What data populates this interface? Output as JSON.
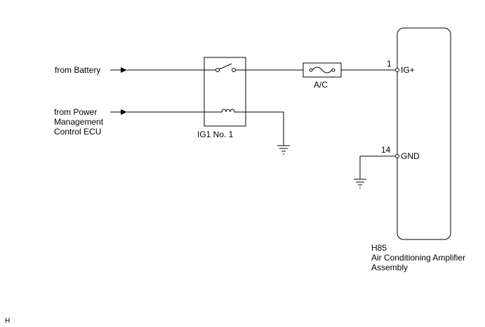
{
  "inputs": {
    "battery": "from Battery",
    "power_mgmt": "from Power\nManagement\nControl ECU"
  },
  "relay": {
    "label": "IG1 No. 1"
  },
  "fuse": {
    "label": "A/C"
  },
  "connector": {
    "id": "H85",
    "name": "Air Conditioning Amplifier\nAssembly",
    "pins": [
      {
        "number": "1",
        "name": "IG+"
      },
      {
        "number": "14",
        "name": "GND"
      }
    ]
  },
  "footer": {
    "mark": "H"
  },
  "colors": {
    "line": "#000000",
    "wire": "#555555"
  }
}
